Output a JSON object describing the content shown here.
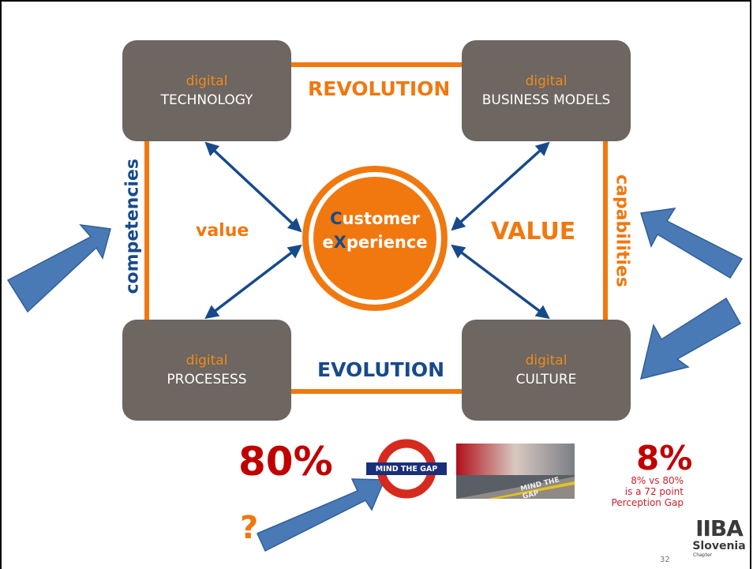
{
  "boxes": {
    "technology": {
      "prefix": "digital",
      "name": "TECHNOLOGY"
    },
    "business_models": {
      "prefix": "digital",
      "name": "BUSINESS MODELS"
    },
    "processes": {
      "prefix": "digital",
      "name": "PROCESESS"
    },
    "culture": {
      "prefix": "digital",
      "name": "CULTURE"
    }
  },
  "edges": {
    "top": "REVOLUTION",
    "bottom": "EVOLUTION",
    "left": "competencies",
    "right": "capabilities"
  },
  "labels": {
    "value_left": "value",
    "value_right": "VALUE"
  },
  "center": {
    "line1_first": "C",
    "line1_rest": "ustomer",
    "line2_first": "e",
    "line2_mid": "X",
    "line2_rest": "perience"
  },
  "stats": {
    "left_percent": "80%",
    "right_percent": "8%",
    "gap_line1": "8% vs 80%",
    "gap_line2": "is a 72 point",
    "gap_line3": "Perception Gap"
  },
  "roundel_text": "MIND THE GAP",
  "photo_text": "MIND THE GAP",
  "question_mark": "?",
  "page_number": "32",
  "logo": {
    "brand": "IIBA",
    "region": "Slovenia",
    "sub": "Chapter"
  },
  "colors": {
    "orange": "#f0780f",
    "blue_text": "#174a8b",
    "arrow_blue": "#4a7ab5",
    "box_gray": "#6d6661",
    "red": "#c00000"
  }
}
